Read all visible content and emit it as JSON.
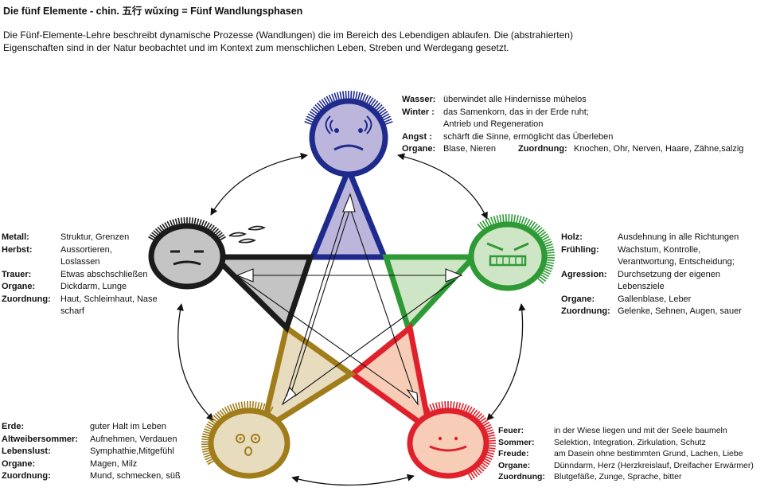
{
  "title": "Die fünf Elemente - chin. 五行 wǔxíng = Fünf Wandlungsphasen",
  "intro": {
    "line1": "Die Fünf-Elemente-Lehre beschreibt dynamische Prozesse (Wandlungen) die im Bereich des Lebendigen ablaufen. Die (abstrahierten)",
    "line2": "Eigenschaften sind in der Natur beobachtet und im Kontext zum menschlichen Leben, Streben und Werdegang gesetzt."
  },
  "colors": {
    "wasser": "#1e2a8c",
    "wasser_fill": "#bdb6dc",
    "holz": "#2e9a35",
    "holz_fill": "#cfe6c6",
    "feuer": "#e0212b",
    "feuer_fill": "#f8cdb8",
    "erde": "#a07d1a",
    "erde_fill": "#e8dcbf",
    "metall": "#1b1b1b",
    "metall_fill": "#c4c4c4"
  },
  "elements": {
    "wasser": {
      "rows": [
        {
          "key": "Wasser:",
          "value": "überwindet alle Hindernisse mühelos"
        },
        {
          "key": "Winter :",
          "value": "das Samenkorn, das in der Erde ruht;"
        },
        {
          "key": "",
          "value": "Antrieb und Regeneration"
        },
        {
          "key": "Angst :",
          "value": "schärft die Sinne,  ermöglicht das Überleben"
        },
        {
          "key": "Organe:",
          "value": "Blase, Nieren",
          "key2": "Zuordnung:",
          "value2": "Knochen, Ohr, Nerven, Haare, Zähne,salzig"
        }
      ]
    },
    "holz": {
      "rows": [
        {
          "key": "Holz:",
          "value": "Ausdehnung in alle Richtungen"
        },
        {
          "key": "Frühling:",
          "value": "Wachstum, Kontrolle,"
        },
        {
          "key": "",
          "value": "Verantwortung, Entscheidung;"
        },
        {
          "key": "Agression:",
          "value": "Durchsetzung der eigenen"
        },
        {
          "key": "",
          "value": "Lebensziele"
        },
        {
          "key": "Organe:",
          "value": "Gallenblase, Leber"
        },
        {
          "key": "Zuordnung:",
          "value": "Gelenke, Sehnen, Augen, sauer"
        }
      ]
    },
    "metall": {
      "rows": [
        {
          "key": "Metall:",
          "value": "Struktur, Grenzen"
        },
        {
          "key": "Herbst:",
          "value": "Aussortieren,"
        },
        {
          "key": "",
          "value": "Loslassen"
        },
        {
          "key": "Trauer:",
          "value": "Etwas abschschließen"
        },
        {
          "key": "Organe:",
          "value": "Dickdarm, Lunge"
        },
        {
          "key": "Zuordnung:",
          "value": "Haut, Schleimhaut, Nase"
        },
        {
          "key": "",
          "value": "scharf"
        }
      ]
    },
    "erde": {
      "rows": [
        {
          "key": "Erde:",
          "value": "guter Halt im Leben"
        },
        {
          "key": "Altweibersommer:",
          "value": "Aufnehmen, Verdauen"
        },
        {
          "key": "Lebenslust:",
          "value": "Symphathie,Mitgefühl"
        },
        {
          "key": "Organe:",
          "value": "Magen, Milz"
        },
        {
          "key": "Zuordnung:",
          "value": "Mund, schmecken, süß"
        }
      ]
    },
    "feuer": {
      "rows": [
        {
          "key": "Feuer:",
          "value": "in der Wiese liegen und mit der Seele baumeln"
        },
        {
          "key": "Sommer:",
          "value": "Selektion, Integration, Zirkulation, Schutz"
        },
        {
          "key": "Freude:",
          "value": "am Dasein ohne bestimmten Grund, Lachen, Liebe"
        },
        {
          "key": "Organe:",
          "value": "Dünndarm, Herz (Herzkreislauf, Dreifacher Erwärmer)"
        },
        {
          "key": "Zuordnung:",
          "value": "Blutgefäße, Zunge, Sprache, bitter"
        }
      ]
    }
  }
}
